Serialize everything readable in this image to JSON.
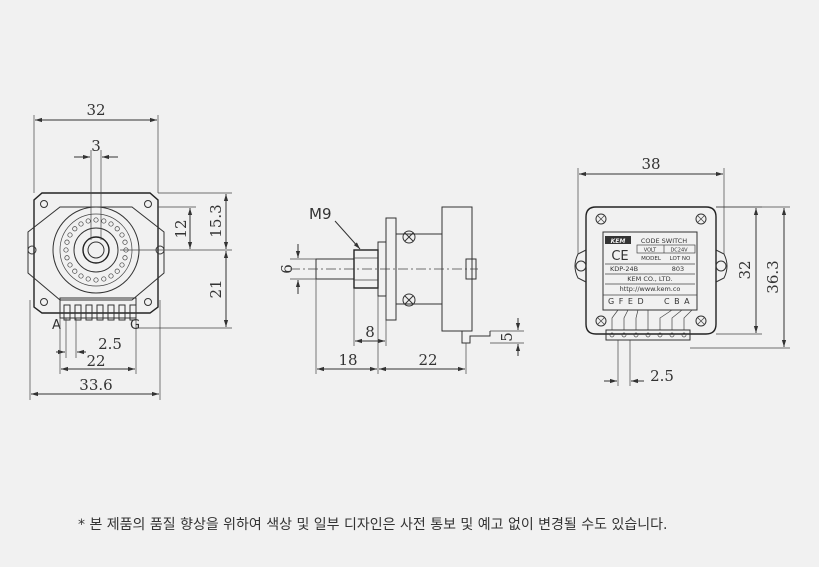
{
  "front_view": {
    "dims": {
      "width_top": "32",
      "center": "3",
      "h_12": "12",
      "h_15_3": "15.3",
      "h_21": "21",
      "pitch": "2.5",
      "pins": "22",
      "width_bottom": "33.6"
    },
    "pin_left": "A",
    "pin_right": "G"
  },
  "side_view": {
    "thread": "M9",
    "dims": {
      "shaft_dia": "6",
      "nut": "8",
      "shaft_len": "18",
      "body": "22",
      "tab": "5"
    }
  },
  "rear_view": {
    "dims": {
      "width": "38",
      "h_32": "32",
      "h_36_3": "36.3",
      "pitch": "2.5"
    },
    "label": {
      "brand": "KEM",
      "code_switch": "CODE SWITCH",
      "volt": "VOLT",
      "dc24v": "DC24V",
      "ce": "CE",
      "model": "MODEL",
      "lot_no": "LOT NO",
      "model_no": "KDP-24B",
      "lot": "803",
      "company": "KEM CO., LTD.",
      "url": "http://www.kem.co",
      "pins_left": "G F E D",
      "pins_right": "C B A"
    }
  },
  "footnote": "* 본 제품의 품질 향상을 위하여 색상 및 일부 디자인은 사전 통보 및 예고 없이 변경될 수도 있습니다."
}
